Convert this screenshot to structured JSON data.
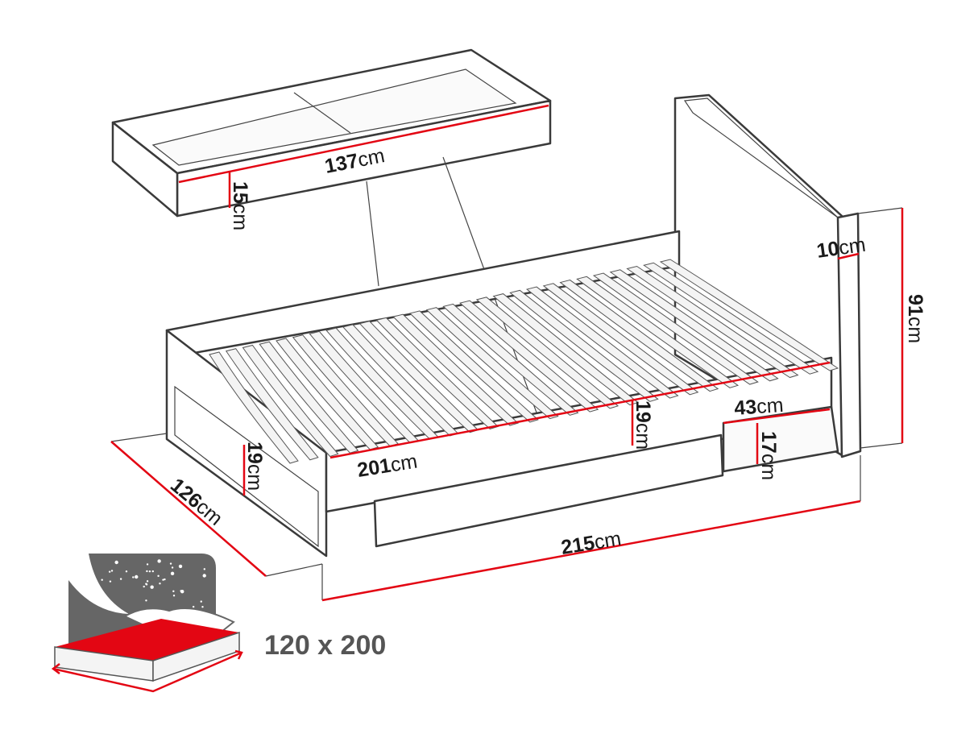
{
  "diagram": {
    "colors": {
      "dimension_line": "#e30613",
      "outline": "#3a3a3a",
      "icon_gray": "#666666"
    },
    "dimensions": {
      "drawer_length": {
        "value": "137",
        "unit": "cm"
      },
      "drawer_height": {
        "value": "15",
        "unit": "cm"
      },
      "headboard_thickness": {
        "value": "10",
        "unit": "cm"
      },
      "total_height": {
        "value": "91",
        "unit": "cm"
      },
      "side_rail_height": {
        "value": "19",
        "unit": "cm"
      },
      "foot_height": {
        "value": "19",
        "unit": "cm"
      },
      "shelf_width": {
        "value": "43",
        "unit": "cm"
      },
      "shelf_height": {
        "value": "17",
        "unit": "cm"
      },
      "inner_length": {
        "value": "201",
        "unit": "cm"
      },
      "total_width": {
        "value": "126",
        "unit": "cm"
      },
      "total_length": {
        "value": "215",
        "unit": "cm"
      }
    },
    "mattress_size": "120 x 200",
    "icons": [
      "night-sky-bed-icon"
    ]
  }
}
